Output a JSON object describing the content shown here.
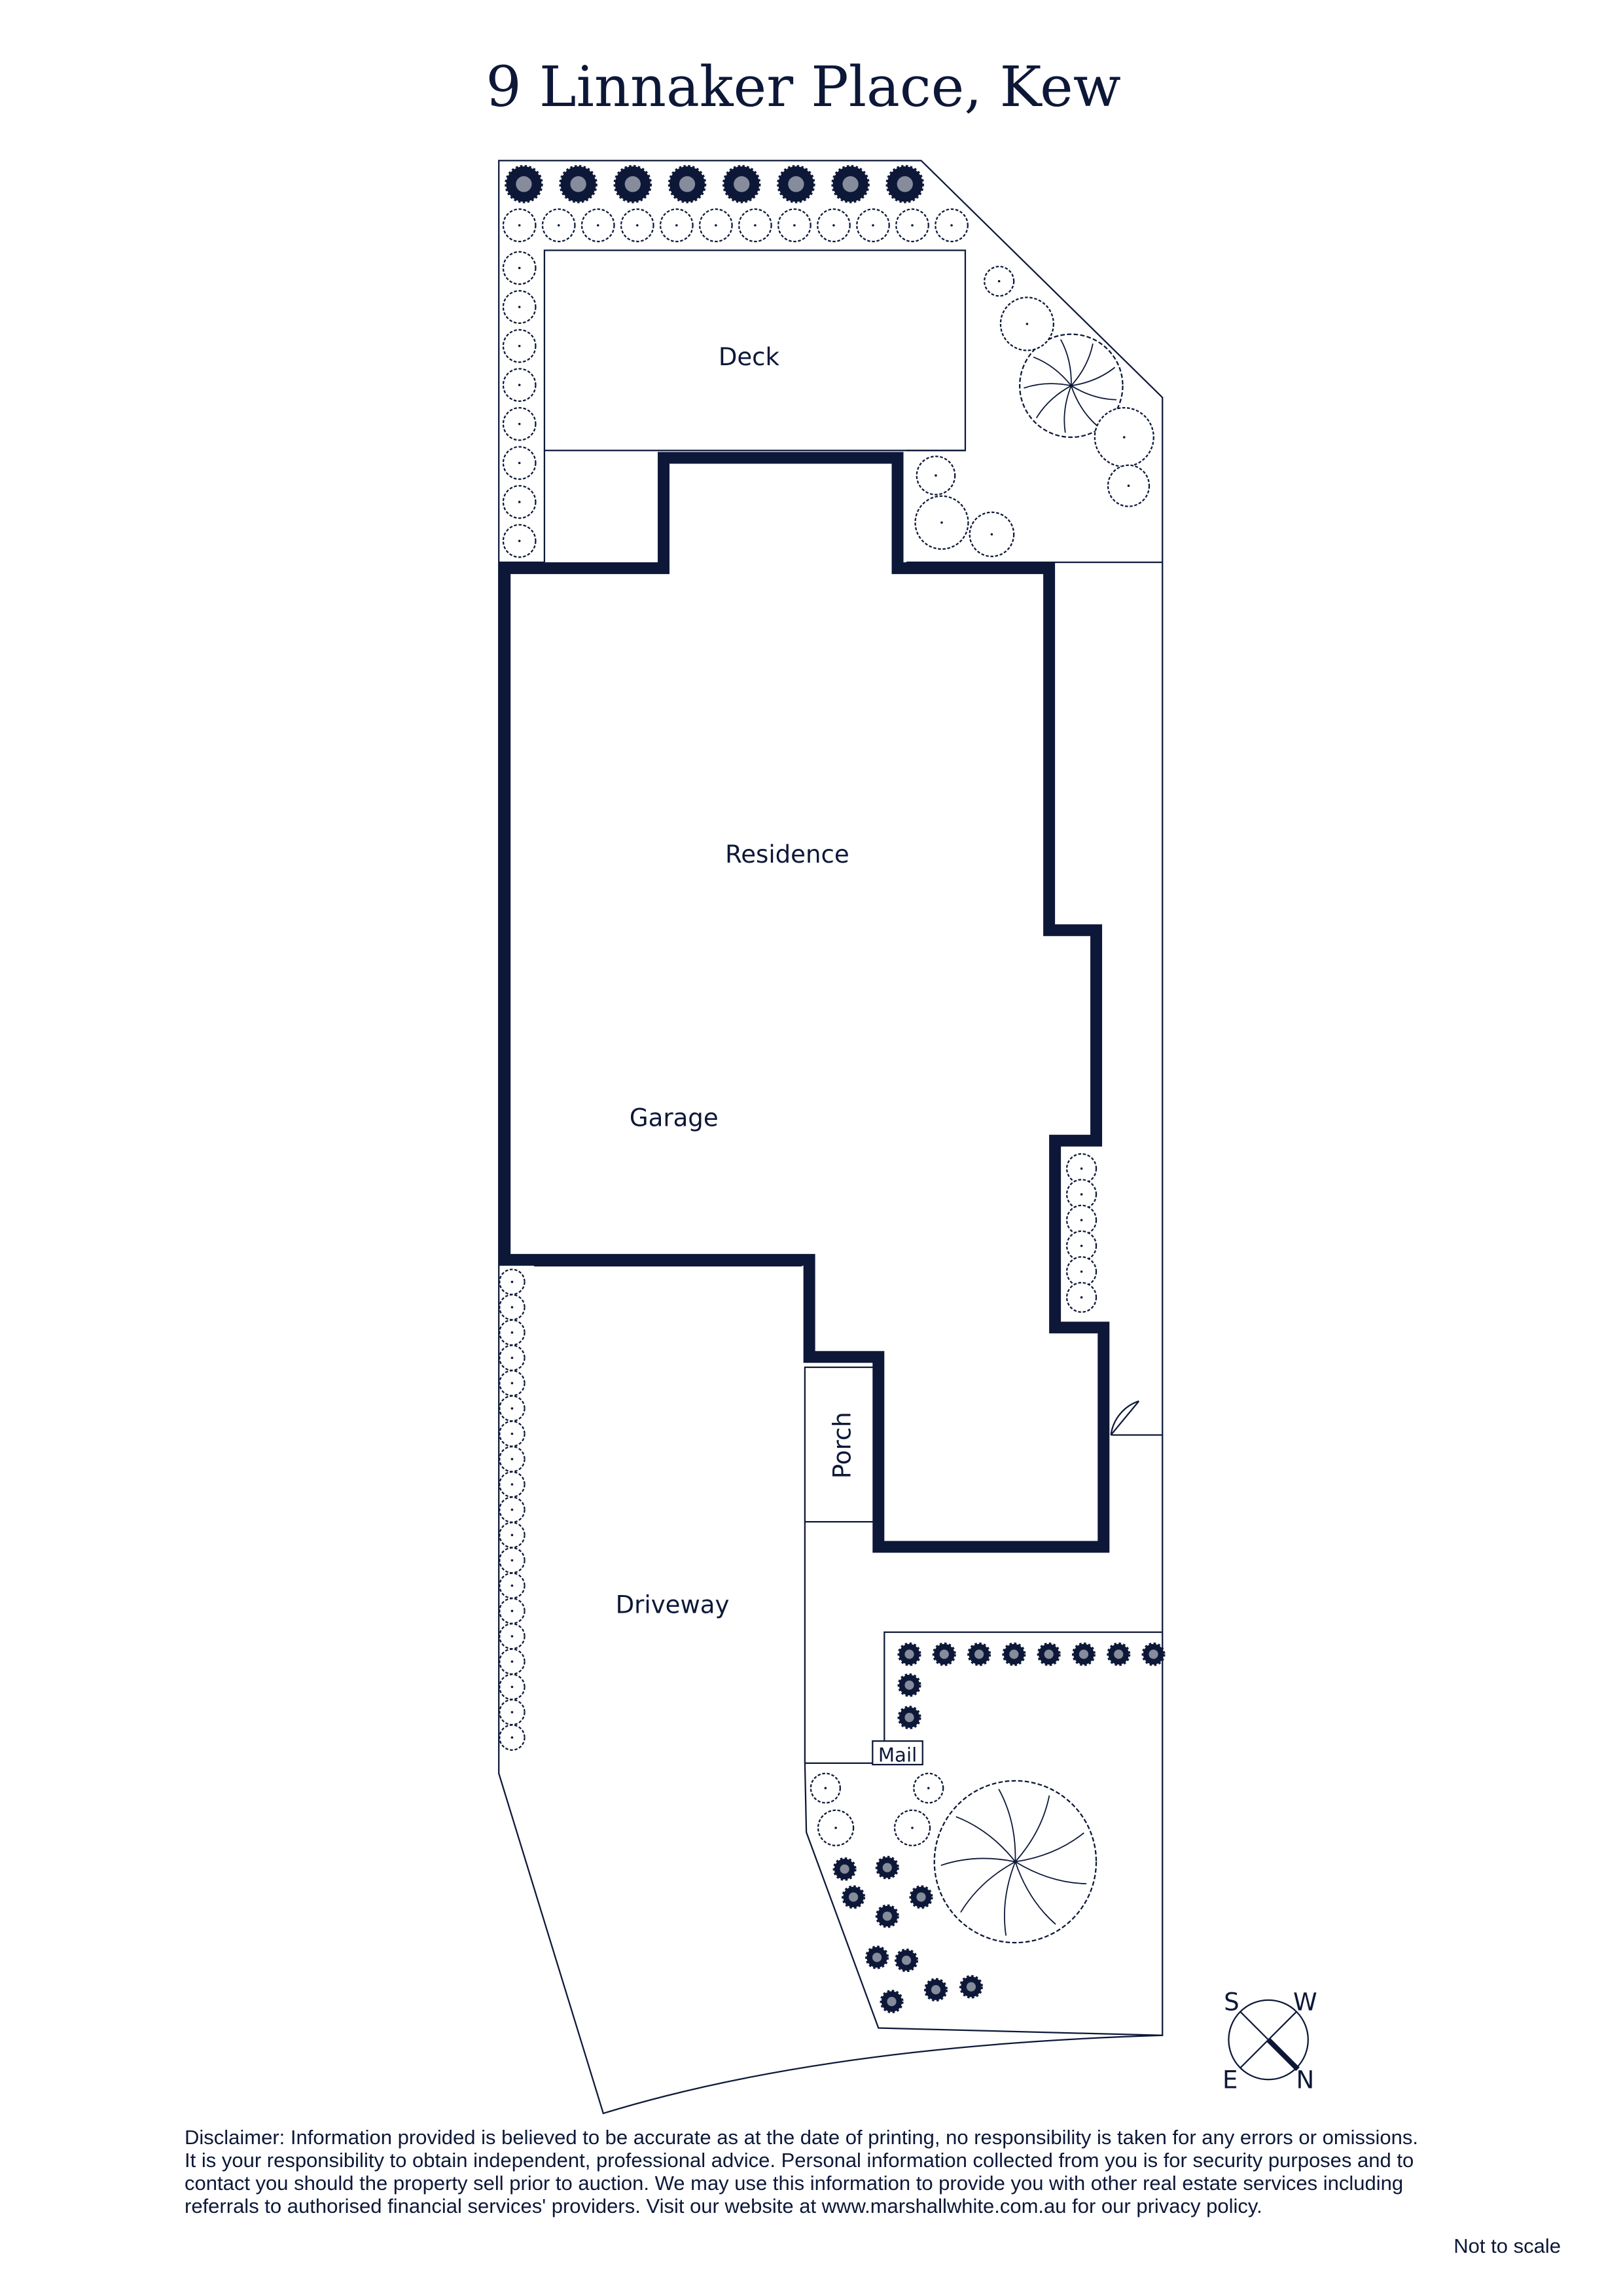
{
  "title": "9 Linnaker Place, Kew",
  "rooms": {
    "deck": "Deck",
    "residence": "Residence",
    "garage": "Garage",
    "porch": "Porch",
    "driveway": "Driveway",
    "mail": "Mail"
  },
  "compass": {
    "s": "S",
    "w": "W",
    "e": "E",
    "n": "N"
  },
  "disclaimer": "Disclaimer: Information provided is believed to be accurate as at the date of printing, no responsibility is taken for any errors or omissions. It is your responsibility to obtain independent, professional advice. Personal information collected from you is for security purposes and to contact you should the property sell prior to auction. We may use this information to provide you with other real estate services including referrals to authorised financial services' providers. Visit our website at www.marshallwhite.com.au for our privacy policy.",
  "scale_note": "Not to scale",
  "colors": {
    "ink": "#0d1838"
  }
}
